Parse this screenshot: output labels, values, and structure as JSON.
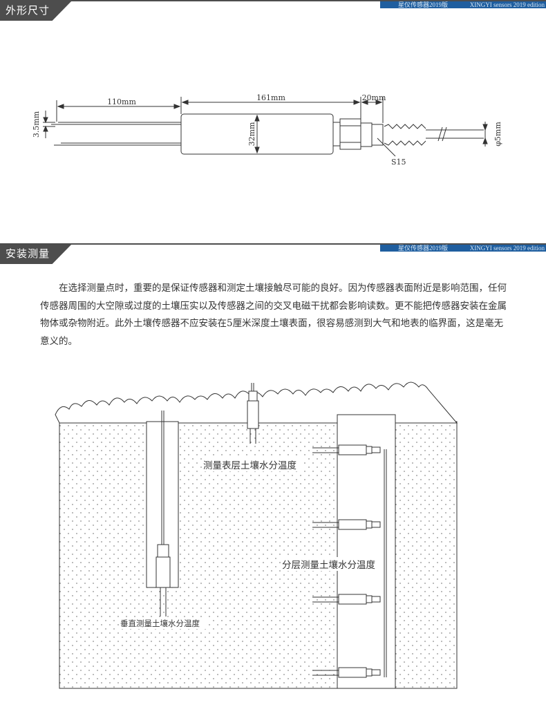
{
  "colors": {
    "band_dark": "#4d4d4d",
    "band_blue": "#1f5e9f",
    "line": "#333333"
  },
  "section1": {
    "title": "外形尺寸",
    "brand_cn": "星仪传感器2019版",
    "brand_en": "XINGYI sensors 2019 edition"
  },
  "dimensions": {
    "probe_length": "110mm",
    "body_length": "161mm",
    "fitting_length": "20mm",
    "pin_gap": "3.5mm",
    "body_diameter": "32mm",
    "cable_diameter": "φ5mm",
    "thread": "S15"
  },
  "section2": {
    "title": "安装测量",
    "brand_cn": "星仪传感器2019版",
    "brand_en": "XINGYI sensors 2019 edition"
  },
  "paragraph": "在选择测量点时，重要的是保证传感器和测定土壤接触尽可能的良好。因为传感器表面附近是影响范围，任何传感器周围的大空隙或过度的土壤压实以及传感器之间的交叉电磁干扰都会影响读数。更不能把传感器安装在金属物体或杂物附近。此外土壤传感器不应安装在5厘米深度土壤表面，很容易感测到大气和地表的临界面，这是毫无意义的。",
  "diagram": {
    "label_surface": "测量表层土壤水分温度",
    "label_layered": "分层测量土壤水分温度",
    "label_vertical": "垂直测量土壤水分温度"
  }
}
